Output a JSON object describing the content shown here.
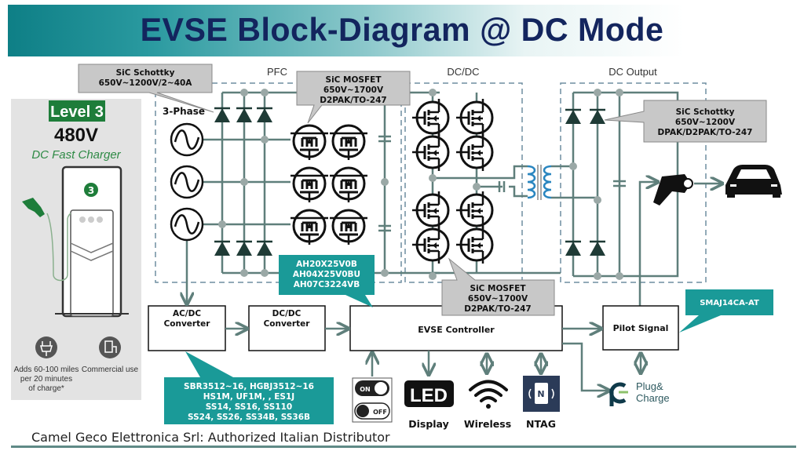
{
  "title": "EVSE Block-Diagram @ DC Mode",
  "footer": "Camel Geco Elettronica Srl: Authorized Italian Distributor",
  "charger_panel": {
    "level_badge": "Level 3",
    "voltage": "480V",
    "type": "DC Fast Charger",
    "station_number": "3",
    "feature1_lines": [
      "Adds 60-100 miles",
      "per 20 minutes",
      "of charge*"
    ],
    "feature2": "Commercial use"
  },
  "sections": {
    "pfc": "PFC",
    "dcdc": "DC/DC",
    "dc_output": "DC Output",
    "three_phase": "3-Phase"
  },
  "callouts": {
    "schottky_input": [
      "SiC Schottky",
      "650V~1200V/2~40A"
    ],
    "mosfet_pfc": [
      "SiC MOSFET",
      "650V~1700V",
      "D2PAK/TO-247"
    ],
    "schottky_output": [
      "SiC Schottky",
      "650V~1200V",
      "DPAK/D2PAK/TO-247"
    ],
    "mosfet_dcdc": [
      "SiC MOSFET",
      "650V~1700V",
      "D2PAK/TO-247"
    ],
    "ah_parts": [
      "AH20X25V0B",
      "AH04X25V0BU",
      "AH07C3224VB"
    ],
    "acdc_parts": [
      "SBR3512~16, HGBJ3512~16",
      "HS1M, UF1M, , ES1J",
      "SS14, SS16, SS110",
      "SS24, SS26, SS34B, SS36B"
    ],
    "pilot_part": [
      "SMAJ14CA-AT"
    ]
  },
  "blocks": {
    "acdc": [
      "AC/DC",
      "Converter"
    ],
    "dcdc": [
      "DC/DC",
      "Converter"
    ],
    "controller": "EVSE Controller",
    "pilot": "Pilot Signal"
  },
  "peripherals": {
    "switch_on": "ON",
    "switch_off": "OFF",
    "led_icon": "LED",
    "display": "Display",
    "wireless": "Wireless",
    "ntag": "NTAG",
    "ntag_icon": "N",
    "plug_charge": [
      "Plug&",
      "Charge"
    ]
  },
  "colors": {
    "wire": "#5f7f7b",
    "node": "#9aa8a6",
    "diode": "#1f3b36",
    "callout_gray": "#c8c8c8",
    "callout_teal": "#1a9a98",
    "title_text": "#13255e",
    "green": "#1e7d3a",
    "transformer": "#2a86c0",
    "dashed_box": "#6f8ea0",
    "ntag_bg": "#2b3b58"
  }
}
